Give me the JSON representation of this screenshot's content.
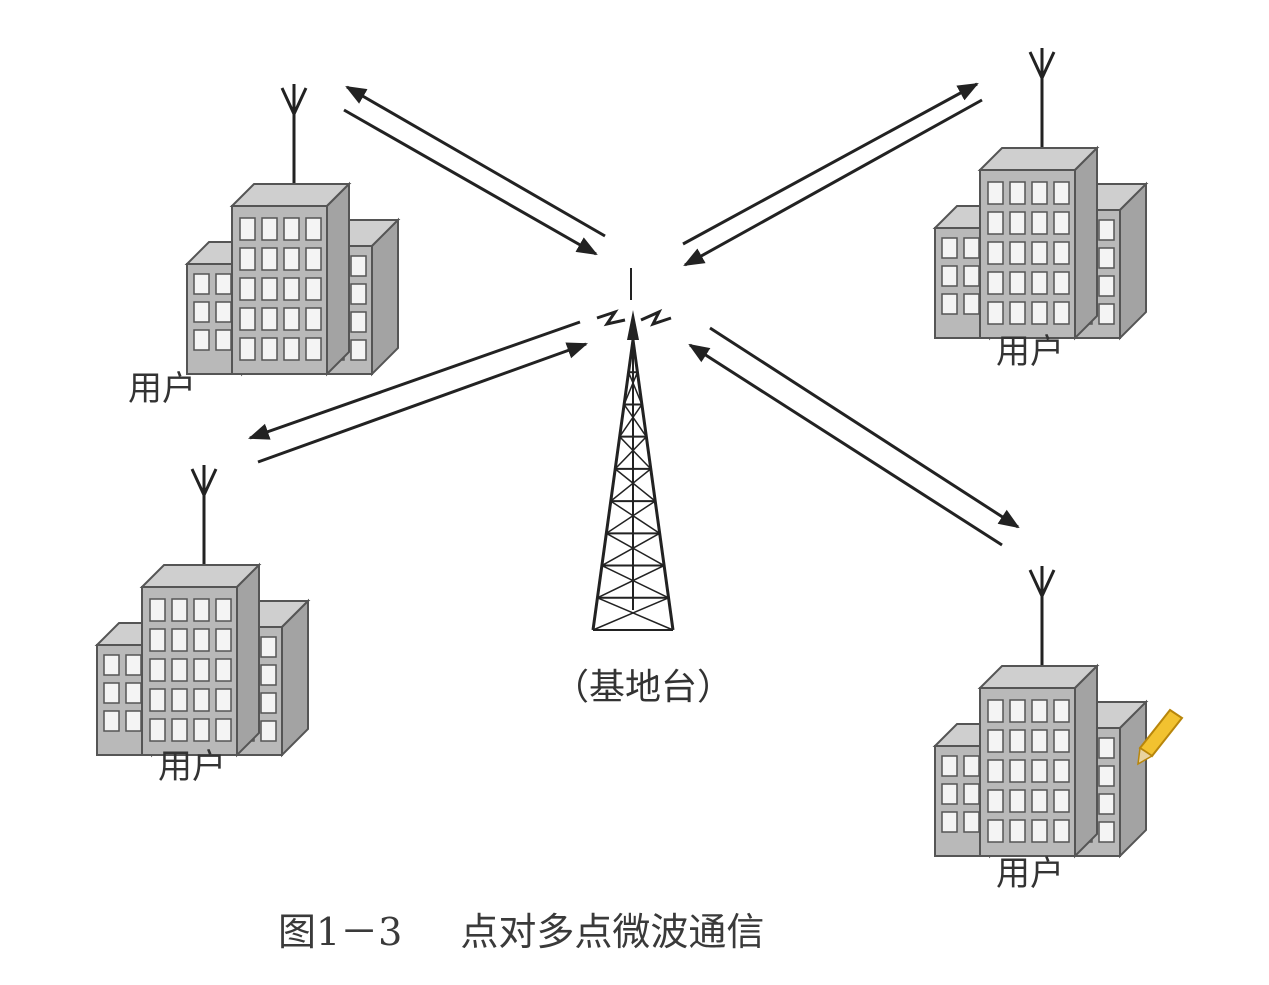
{
  "labels": {
    "user_top_left": "用户",
    "user_top_right": "用户",
    "user_bottom_left": "用户",
    "user_bottom_right": "用户",
    "base_station": "（基地台）"
  },
  "caption": {
    "number": "图1－3",
    "title": "点对多点微波通信"
  },
  "colors": {
    "building_front": "#b9b9b9",
    "building_side": "#a3a3a3",
    "building_top": "#cfcfcf",
    "window": "#f4f4f4",
    "line": "#222222",
    "pencil": "#f2c230"
  }
}
